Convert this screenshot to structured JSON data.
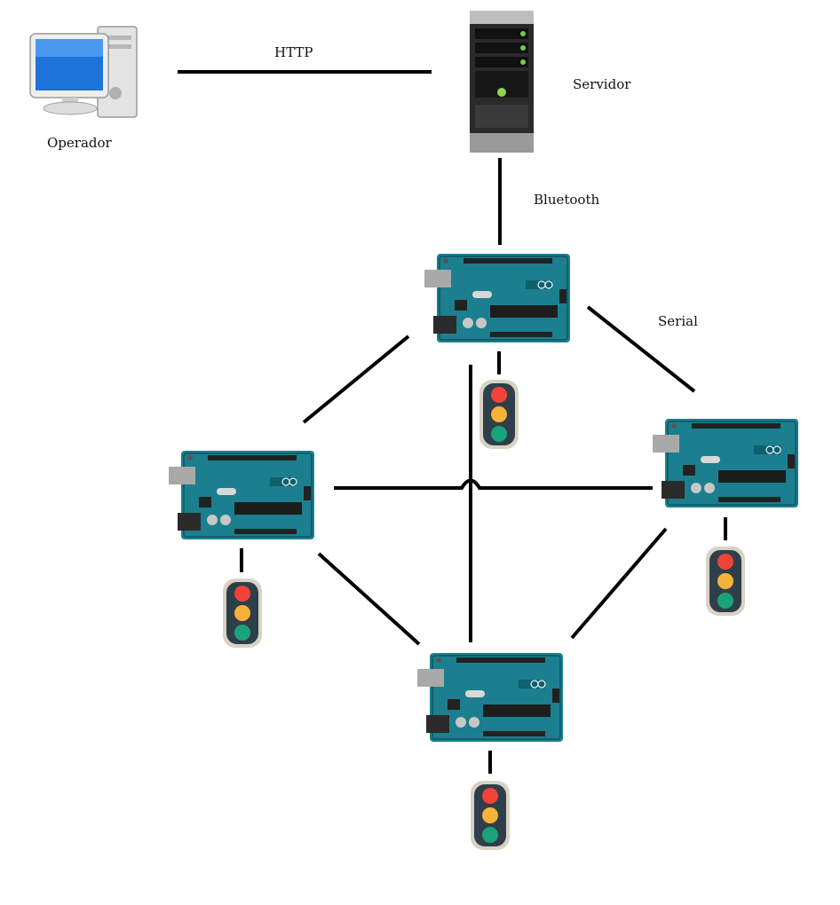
{
  "nodes": {
    "operator": {
      "label": "Operador",
      "icon": "desktop-computer-icon"
    },
    "server": {
      "label": "Servidor",
      "icon": "server-rack-icon"
    },
    "arduino_top": {
      "icon": "arduino-board-icon"
    },
    "arduino_left": {
      "icon": "arduino-board-icon"
    },
    "arduino_right": {
      "icon": "arduino-board-icon"
    },
    "arduino_bottom": {
      "icon": "arduino-board-icon"
    }
  },
  "links": {
    "http": "HTTP",
    "bluetooth": "Bluetooth",
    "serial": "Serial"
  },
  "colors": {
    "board": "#1b7f8f",
    "board_dark": "#0f5f6c",
    "light_red": "#f0433a",
    "light_amber": "#f7b23a",
    "light_green": "#1aa37a",
    "housing": "#2f3f4a",
    "line": "#000000"
  }
}
